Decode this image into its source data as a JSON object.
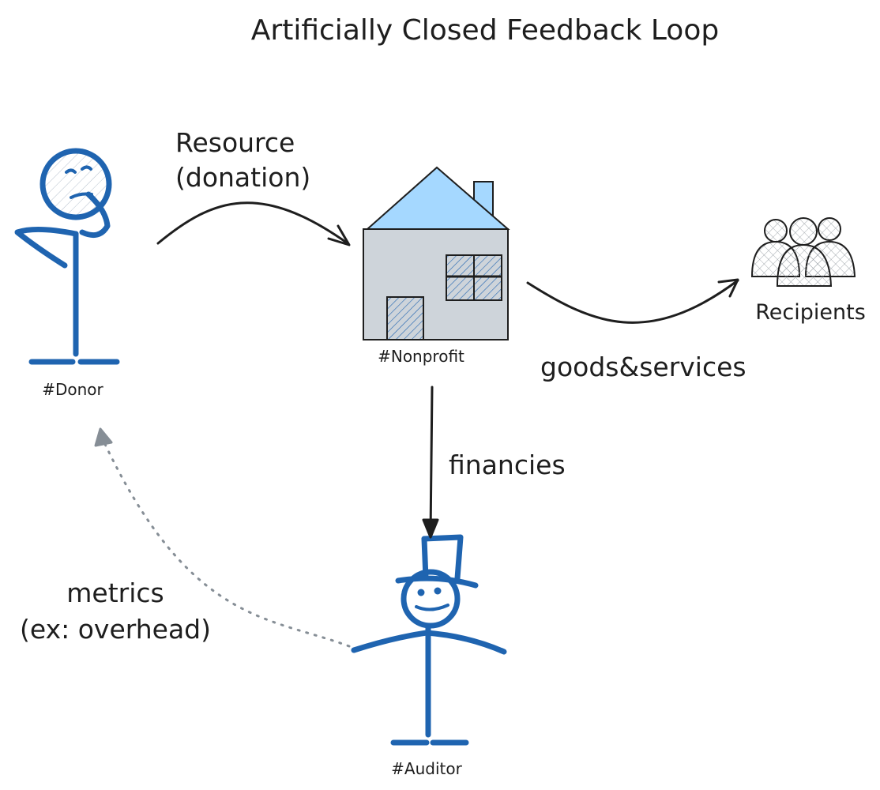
{
  "title": "Artificially Closed Feedback Loop",
  "nodes": {
    "donor": {
      "label": "#Donor",
      "icon": "stick-figure-thinking-icon"
    },
    "nonprofit": {
      "label": "#Nonprofit",
      "icon": "house-icon"
    },
    "recipients": {
      "label": "Recipients",
      "icon": "people-group-icon"
    },
    "auditor": {
      "label": "#Auditor",
      "icon": "stick-figure-top-hat-icon"
    }
  },
  "edges": {
    "resource": {
      "line1": "Resource",
      "line2": "(donation)"
    },
    "goods": {
      "label": "goods&services"
    },
    "financies": {
      "label": "financies"
    },
    "metrics": {
      "line1": "metrics",
      "line2": "(ex: overhead)"
    }
  },
  "colors": {
    "figure_blue": "#1f64b0",
    "roof_blue": "#a5d8ff",
    "wall_gray": "#ced4da",
    "ink": "#1e1e1e",
    "dotted_gray": "#868e96"
  }
}
